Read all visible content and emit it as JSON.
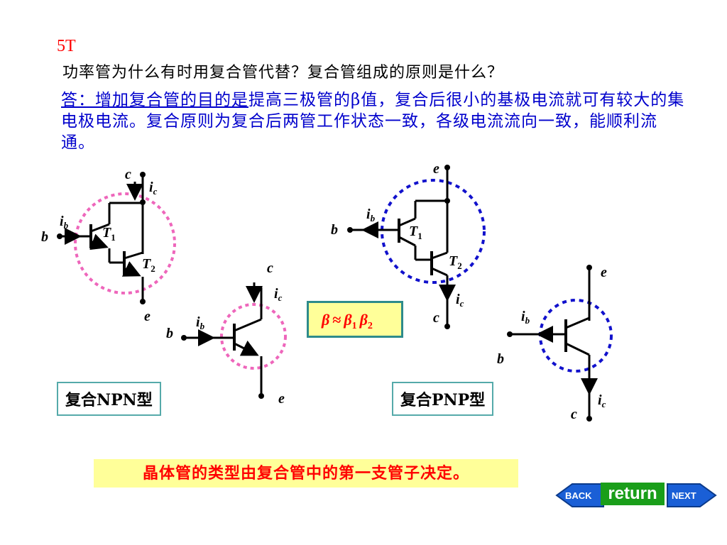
{
  "slide_number": "5T",
  "question": "功率管为什么有时用复合管代替？复合管组成的原则是什么？",
  "answer": {
    "lead": "答：增加复合管的目的是",
    "text": "提高三极管的β值，复合后很小的基极电流就可有较大的集电极电流。复合原则为复合后两管工作状态一致，各级电流流向一致，能顺利流通。"
  },
  "labels": {
    "npn_box": "复合NPN型",
    "pnp_box": "复合PNP型",
    "bottom_note": "晶体管的类型由复合管中的第一支管子决定。",
    "return": "return",
    "back": "BACK",
    "next": "NEXT"
  },
  "formula": {
    "beta": "β",
    "approx": "≈",
    "b1": "β",
    "s1": "1",
    "b2": "β",
    "s2": "2"
  },
  "terminals": {
    "b": "b",
    "c": "c",
    "e": "e",
    "ib": "i",
    "ic": "i",
    "sub_b": "b",
    "sub_c": "c",
    "T": "T",
    "one": "1",
    "two": "2"
  },
  "colors": {
    "title_red": "#ff0000",
    "answer_blue": "#0000cc",
    "npn_circle": "#ee66bb",
    "pnp_circle": "#1111cc",
    "highlight_yellow": "#ffff99",
    "return_green": "#1a9e1a",
    "nav_blue": "#1a5fd6"
  }
}
